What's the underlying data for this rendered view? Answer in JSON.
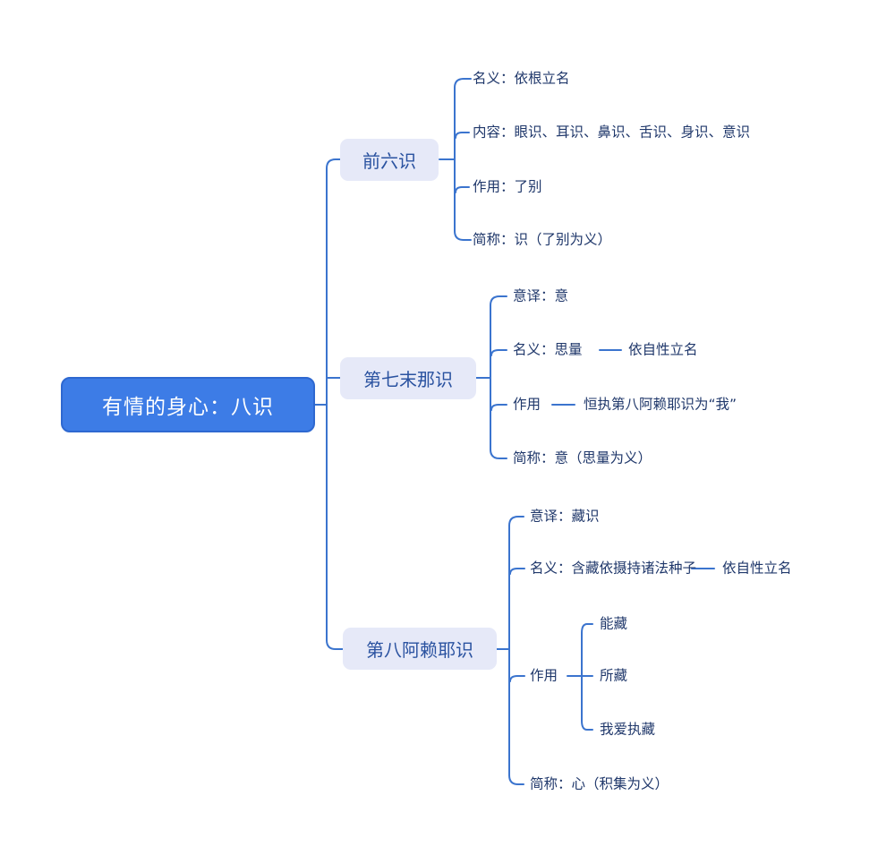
{
  "colors": {
    "root_fill": "#3d7ce6",
    "root_border": "#2e68d0",
    "branch_fill": "#e6e9f8",
    "branch_text": "#2a52a0",
    "leaf_text": "#20386b",
    "line": "#3b74ce",
    "background": "#ffffff"
  },
  "mindmap": {
    "root": "有情的身心：八识",
    "branch1": {
      "title": "前六识",
      "leaf1": "名义：依根立名",
      "leaf2": "内容：眼识、耳识、鼻识、舌识、身识、意识",
      "leaf3": "作用：了别",
      "leaf4": "简称：识（了别为义）"
    },
    "branch2": {
      "title": "第七末那识",
      "leaf1": "意译：意",
      "leaf2": "名义：思量",
      "leaf2_child": "依自性立名",
      "leaf3": "作用",
      "leaf3_child": "恒执第八阿赖耶识为“我”",
      "leaf4": "简称：意（思量为义）"
    },
    "branch3": {
      "title": "第八阿赖耶识",
      "leaf1": "意译：藏识",
      "leaf2": "名义：含藏依摄持诸法种子",
      "leaf2_child": "依自性立名",
      "leaf3": "作用",
      "leaf3_children": [
        "能藏",
        "所藏",
        "我爱执藏"
      ],
      "leaf4": "简称：心（积集为义）"
    }
  }
}
